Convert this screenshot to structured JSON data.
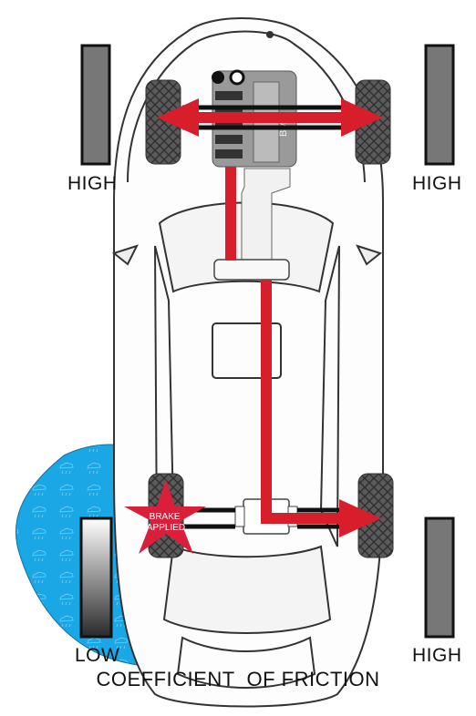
{
  "labels": {
    "front_left": "HIGH",
    "front_right": "HIGH",
    "rear_left": "LOW",
    "rear_right": "HIGH"
  },
  "brake_label": [
    "BRAKE",
    "APPLIED"
  ],
  "engine_badge": "BMW",
  "caption": "COEFFICIENT  OF FRICTION",
  "friction_levels": {
    "front_left": "high",
    "front_right": "high",
    "rear_left": "low",
    "rear_right": "high"
  },
  "colors": {
    "torque_arrow": "#d81e2a",
    "brake_star": "#d91f3a",
    "wet_patch": "#1aa7e6",
    "high_bar": "#777777",
    "tire": "#555555"
  }
}
